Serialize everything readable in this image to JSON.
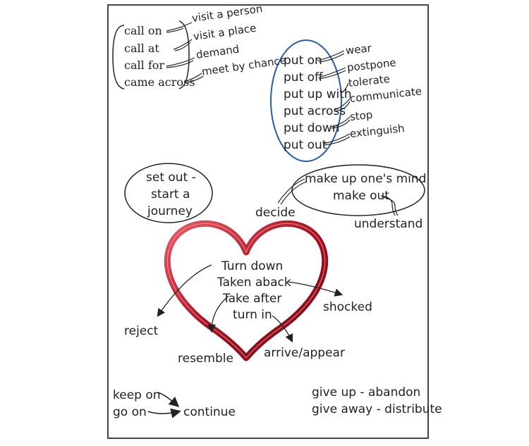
{
  "call_group": {
    "verbs": [
      "call on",
      "call at",
      "call for",
      "came across"
    ],
    "meanings": [
      "visit a person",
      "visit a place",
      "demand",
      "meet by chance"
    ]
  },
  "put_group": {
    "verbs": [
      "put on",
      "put off",
      "put up with",
      "put across",
      "put down",
      "put out"
    ],
    "meanings": [
      "wear",
      "postpone",
      "tolerate",
      "communicate",
      "stop",
      "extinguish"
    ]
  },
  "set_out": {
    "line1": "set out -",
    "line2": "start a",
    "line3": "journey"
  },
  "make_group": {
    "phrase1": "make up one's mind",
    "phrase2": "make out",
    "meaning1": "decide",
    "meaning2": "understand"
  },
  "heart": {
    "phrases": [
      "Turn down",
      "Taken aback",
      "Take after",
      "turn in"
    ],
    "meanings": [
      "reject",
      "shocked",
      "resemble",
      "arrive/appear"
    ],
    "color": "#b0182a"
  },
  "keep_group": {
    "verb1": "keep on",
    "verb2": "go on",
    "meaning": "continue"
  },
  "give_group": {
    "line1": "give up - abandon",
    "line2": "give away - distribute"
  },
  "colors": {
    "ellipse_blue": "#2a5caa",
    "ink": "#222222"
  }
}
